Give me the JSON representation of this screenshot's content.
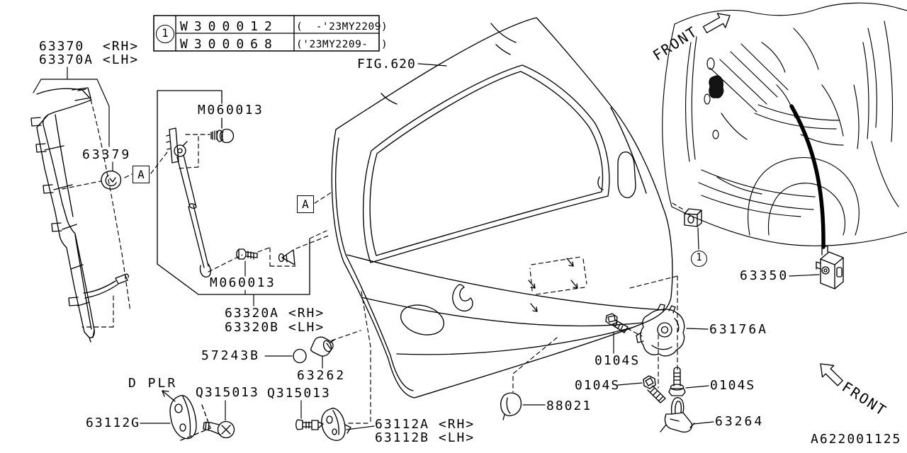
{
  "title_block": {
    "figure_ref": "FIG.620",
    "drawing_number": "A622001125"
  },
  "note_table": {
    "marker": "1",
    "rows": [
      {
        "part_no": "W300012",
        "applicability": "(  -'23MY2209)"
      },
      {
        "part_no": "W300068",
        "applicability": "('23MY2209-  )"
      }
    ]
  },
  "direction_indicators": {
    "front_top": "FRONT",
    "front_bottom": "FRONT"
  },
  "detail_markers": {
    "a_left": "A",
    "a_right": "A",
    "note_ref": "1"
  },
  "part_labels": {
    "trim_rh": "63370  <RH>",
    "trim_lh": "63370A <LH>",
    "clip_63379": "63379",
    "bolt_upper": "M060013",
    "bolt_lower": "M060013",
    "stay_rh": "63320A <RH>",
    "stay_lh": "63320B <LH>",
    "grommet_57243b": "57243B",
    "damper_63262": "63262",
    "d_pillar_note": "D PLR",
    "screw_left": "Q315013",
    "screw_right": "Q315013",
    "hinge_g": "63112G",
    "hinge_rh": "63112A <RH>",
    "hinge_lh": "63112B <LH>",
    "lock_63350": "63350",
    "latch_63176a": "63176A",
    "bolt_0104s_a": "0104S",
    "bolt_0104s_b": "0104S",
    "bolt_0104s_c": "0104S",
    "plug_88021": "88021",
    "striker_63264": "63264"
  }
}
